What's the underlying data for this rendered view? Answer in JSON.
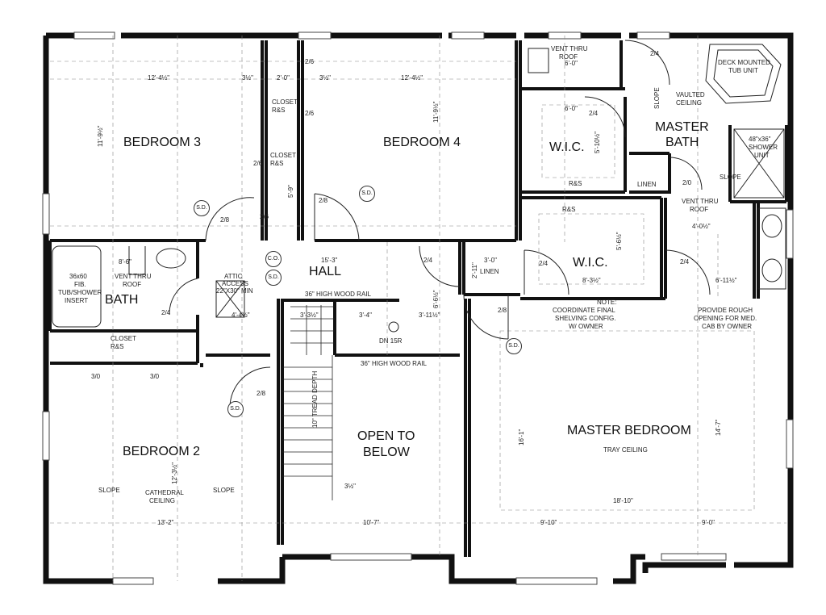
{
  "rooms": {
    "bedroom3": "BEDROOM 3",
    "bedroom4": "BEDROOM 4",
    "bedroom2": "BEDROOM 2",
    "master_bedroom": "MASTER BEDROOM",
    "master_bath_line1": "MASTER",
    "master_bath_line2": "BATH",
    "wic_upper": "W.I.C.",
    "wic_lower": "W.I.C.",
    "bath": "BATH",
    "hall": "HALL",
    "open_below_line1": "OPEN TO",
    "open_below_line2": "BELOW"
  },
  "notes": {
    "tray_ceiling": "TRAY CEILING",
    "cathedral_l1": "CATHEDRAL",
    "cathedral_l2": "CEILING",
    "vaulted_l1": "VAULTED",
    "vaulted_l2": "CEILING",
    "deck_tub_l1": "DECK MOUNTED",
    "deck_tub_l2": "TUB UNIT",
    "shower_l1": "48\"x36\"",
    "shower_l2": "SHOWER",
    "shower_l3": "UNIT",
    "vent_top_l1": "VENT THRU",
    "vent_top_l2": "ROOF",
    "vent_mid_l1": "VENT THRU",
    "vent_mid_l2": "ROOF",
    "vent_bath_l1": "VENT THRU",
    "vent_bath_l2": "ROOF",
    "tub_l1": "36x60",
    "tub_l2": "FIB.",
    "tub_l3": "TUB/SHOWER",
    "tub_l4": "INSERT",
    "closet_rs_1_l1": "CLOSET",
    "closet_rs_1_l2": "R&S",
    "closet_rs_2_l1": "CLOSET",
    "closet_rs_2_l2": "R&S",
    "closet_rs_3_l1": "CLOSET",
    "closet_rs_3_l2": "R&S",
    "rs_wic_upper": "R&S",
    "rs_wic_lower": "R&S",
    "linen_1": "LINEN",
    "linen_2": "LINEN",
    "attic_l1": "ATTIC",
    "attic_l2": "ACCESS",
    "attic_l3": "22\"X30\" MIN",
    "wood_rail_1": "36\" HIGH WOOD RAIL",
    "wood_rail_2": "36\" HIGH WOOD RAIL",
    "coord_l1": "NOTE:",
    "coord_l2": "COORDINATE FINAL",
    "coord_l3": "SHELVING CONFIG.",
    "coord_l4": "W/ OWNER",
    "rough_l1": "PROVIDE ROUGH",
    "rough_l2": "OPENING FOR MED.",
    "rough_l3": "CAB BY OWNER",
    "dn": "DN 15R",
    "tread": "10\" TREAD DEPTH",
    "slope": "SLOPE",
    "sd": "S.D.",
    "co": "C.O."
  },
  "dimensions": {
    "d_b3_w": "12'-4½\"",
    "d_b3_3": "3½\"",
    "d_cl_20": "2'-0\"",
    "d_cl_3": "3½\"",
    "d_b4_w": "12'-4½\"",
    "d_b4_h": "11'-9½\"",
    "d_b3_h": "11'-9½\"",
    "d_vent_60": "6'-0\"",
    "d_wic_60": "6'-0\"",
    "d_wic_510": "5'-10½\"",
    "d_cl_59": "5'-9\"",
    "d_hall": "15'-3\"",
    "d_b2_w": "13'-2\"",
    "d_open_w": "10'-7\"",
    "d_mb_w": "18'-10\"",
    "d_mb_910": "9'-10\"",
    "d_mb_90": "9'-0\"",
    "d_mb_h": "14'-7\"",
    "d_mb_161": "16'-1\"",
    "d_b2_h": "12'-3½\"",
    "d_40": "4'-0½\"",
    "d_611": "6'-11½\"",
    "d_83": "8'-3½\"",
    "d_56": "5'-6½\"",
    "d_30": "3'-0\"",
    "d_211": "2'-11\"",
    "d_66": "6'-6½\"",
    "d_311": "3'-11½\"",
    "d_33": "3'-3½\"",
    "d_34": "3'-4\"",
    "d_44": "4'-4½\"",
    "d_86": "8'-6\"",
    "d_door_24_a": "2/4",
    "d_door_24_b": "2/4",
    "d_door_24_c": "2/4",
    "d_door_24_d": "2/4",
    "d_door_24_e": "2/4",
    "d_door_24_f": "2/4",
    "d_door_28_a": "2/8",
    "d_door_28_b": "2/8",
    "d_door_28_c": "2/8",
    "d_door_28_d": "2/8",
    "d_door_30_a": "3/0",
    "d_door_30_b": "3/0",
    "d_door_20": "2/0",
    "d_door_26_a": "2/6",
    "d_door_26_b": "2/6",
    "d_door_26_c": "2/6",
    "d_door_26_d": "2/6",
    "d_3q": "3½\""
  },
  "colors": {
    "wall": "#111111",
    "line": "#333333",
    "dash": "#777777",
    "bg": "#ffffff"
  }
}
